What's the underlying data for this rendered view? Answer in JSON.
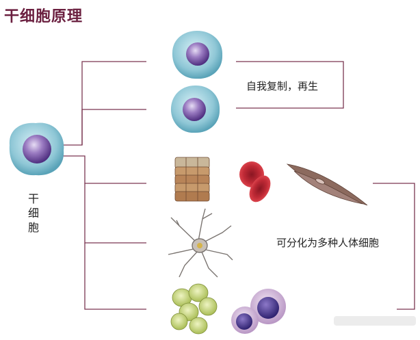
{
  "title": "干细胞原理",
  "stem_cell_label": [
    "干",
    "细",
    "胞"
  ],
  "self_renew_text": "自我复制，再生",
  "differentiate_text": "可分化为多种人体细胞",
  "colors": {
    "title": "#6b2040",
    "connector": "#7a3550",
    "stem_cytoplasm": "#8fc7d6",
    "stem_nucleus": "#7f5ba8",
    "red_blood_cell": "#c02a36",
    "liver_cell": "#c9d87a"
  },
  "icons": {
    "stem_cell": "stem-cell-icon",
    "self_renew_cell_1": "stem-cell-icon",
    "self_renew_cell_2": "stem-cell-icon",
    "epithelial": "epithelial-tissue-icon",
    "blood": "red-blood-cell-icon",
    "muscle": "smooth-muscle-cell-icon",
    "neuron": "neuron-icon",
    "liver": "liver-cell-cluster-icon",
    "white_cells": "white-blood-cell-icon"
  }
}
